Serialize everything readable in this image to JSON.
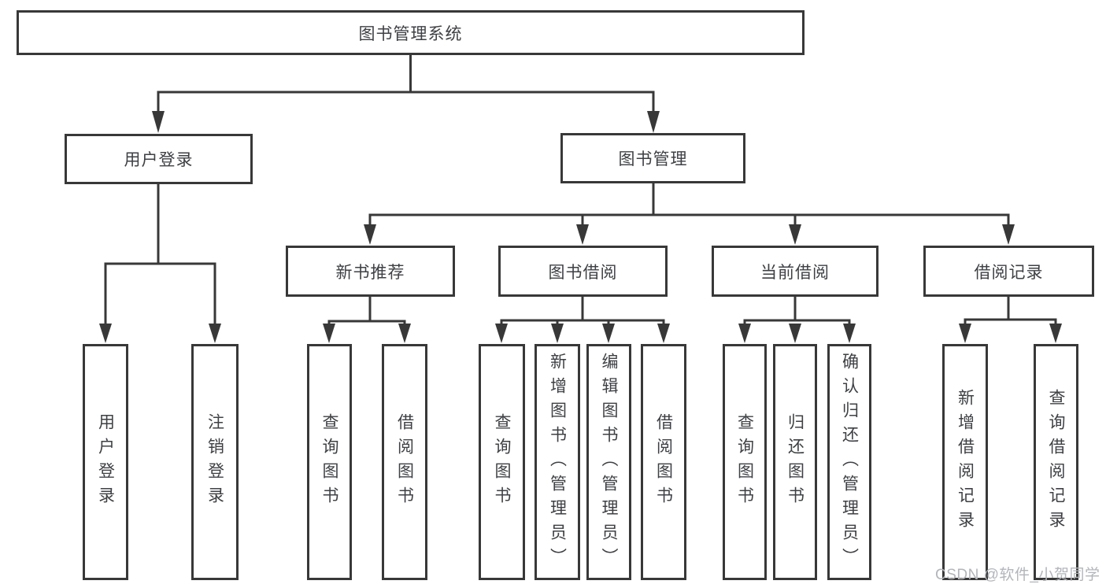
{
  "tree": {
    "root": {
      "label": "图书管理系统"
    },
    "children": [
      {
        "label": "用户登录",
        "children": [
          {
            "label": "用户登录"
          },
          {
            "label": "注销登录"
          }
        ]
      },
      {
        "label": "图书管理",
        "children": [
          {
            "label": "新书推荐",
            "children": [
              {
                "label": "查询图书"
              },
              {
                "label": "借阅图书"
              }
            ]
          },
          {
            "label": "图书借阅",
            "children": [
              {
                "label": "查询图书"
              },
              {
                "label": "新增图书（管理员）"
              },
              {
                "label": "编辑图书（管理员）"
              },
              {
                "label": "借阅图书"
              }
            ]
          },
          {
            "label": "当前借阅",
            "children": [
              {
                "label": "查询图书"
              },
              {
                "label": "归还图书"
              },
              {
                "label": "确认归还（管理员）"
              }
            ]
          },
          {
            "label": "借阅记录",
            "children": [
              {
                "label": "新增借阅记录"
              },
              {
                "label": "查询借阅记录"
              }
            ]
          }
        ]
      }
    ]
  },
  "watermark": {
    "text": "CSDN @软件_小贺同学"
  },
  "colors": {
    "line": "#383838",
    "box_border": "#383838",
    "text": "#3e4044",
    "watermark": "#b2b5ba",
    "background": "#ffffff"
  }
}
